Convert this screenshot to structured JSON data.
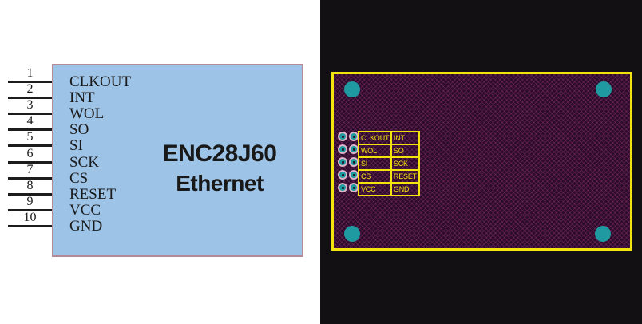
{
  "schematic": {
    "title_line1": "ENC28J60",
    "title_line2": "Ethernet",
    "pins": [
      {
        "number": "1",
        "label": "CLKOUT"
      },
      {
        "number": "2",
        "label": "INT"
      },
      {
        "number": "3",
        "label": "WOL"
      },
      {
        "number": "4",
        "label": "SO"
      },
      {
        "number": "5",
        "label": "SI"
      },
      {
        "number": "6",
        "label": "SCK"
      },
      {
        "number": "7",
        "label": "CS"
      },
      {
        "number": "8",
        "label": "RESET"
      },
      {
        "number": "9",
        "label": "VCC"
      },
      {
        "number": "10",
        "label": "GND"
      }
    ],
    "colors": {
      "body_fill": "#9dc3e6",
      "body_border": "#b48a98",
      "line": "#1c1c1c",
      "text": "#1a1a1a"
    }
  },
  "pcb": {
    "silk_rows": [
      {
        "left": "CLKOUT",
        "right": "INT"
      },
      {
        "left": "WOL",
        "right": "SO"
      },
      {
        "left": "SI",
        "right": "SCK"
      },
      {
        "left": "CS",
        "right": "RESET"
      },
      {
        "left": "VCC",
        "right": "GND"
      }
    ],
    "colors": {
      "background": "#131013",
      "board_fill": "#2d0b2b",
      "outline": "#f2e40c",
      "silk_text": "#f2e40c",
      "mount_hole": "#1f9aa0",
      "pad_ring": "#dcb4c8",
      "pad_inner": "#1f9aa0"
    }
  }
}
